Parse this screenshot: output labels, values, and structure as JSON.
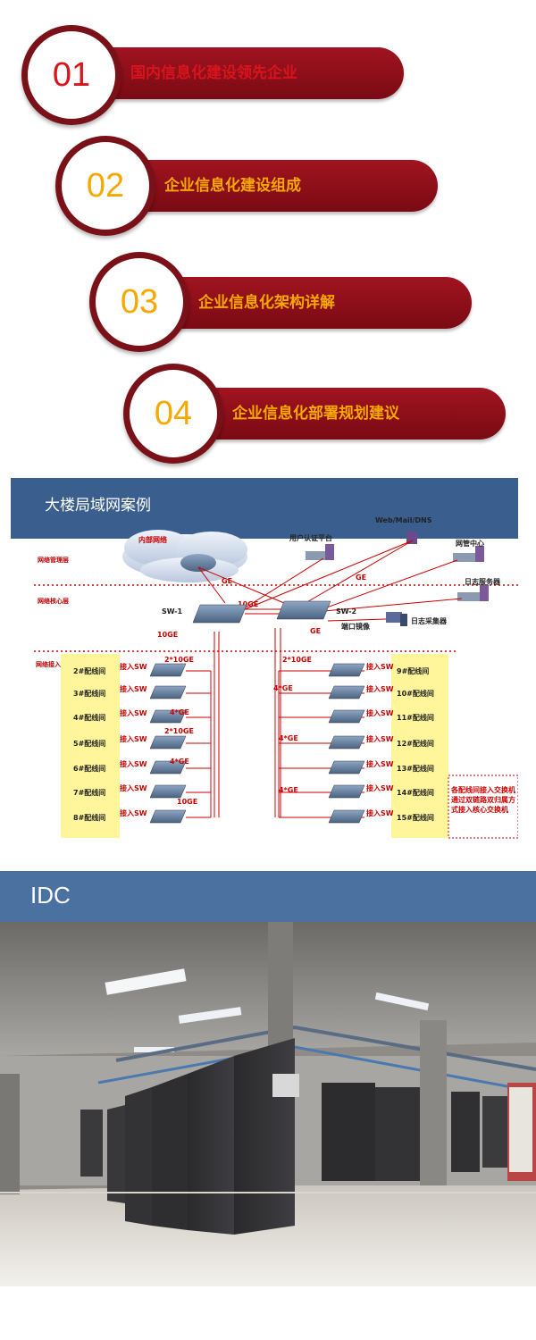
{
  "toc": {
    "items": [
      {
        "num": "01",
        "label": "国内信息化建设领先企业"
      },
      {
        "num": "02",
        "label": "企业信息化建设组成"
      },
      {
        "num": "03",
        "label": "企业信息化架构详解"
      },
      {
        "num": "04",
        "label": "企业信息化部署规划建议"
      }
    ],
    "colors": {
      "first": "#d8141c",
      "rest": "#f5a800",
      "ring": "#7a1018"
    }
  },
  "diagram": {
    "title": "大楼局域网案例",
    "layers": {
      "mgmt": "网络管理层",
      "core": "网络核心层",
      "access": "网络接入层"
    },
    "cloud": "内部网络",
    "servers": {
      "web": "Web/Mail/DNS",
      "auth": "用户认证平台",
      "nms": "网管中心",
      "log": "日志服务器",
      "collector": "日志采集器"
    },
    "core": {
      "sw1": "SW-1",
      "sw2": "SW-2",
      "link": "10GE",
      "down": "10GE",
      "ge": "GE",
      "ge2": "GE",
      "ge3": "GE",
      "mirror": "端口镜像"
    },
    "access_sw": "接入SW",
    "left_rooms": [
      "2#配线间",
      "3#配线间",
      "4#配线间",
      "5#配线间",
      "6#配线间",
      "7#配线间",
      "8#配线间"
    ],
    "right_rooms": [
      "9#配线间",
      "10#配线间",
      "11#配线间",
      "12#配线间",
      "13#配线间",
      "14#配线间",
      "15#配线间"
    ],
    "left_links": [
      "2*10GE",
      "4*GE",
      "2*10GE",
      "4*GE",
      "10GE"
    ],
    "right_links": [
      "2*10GE",
      "4*GE",
      "4*GE",
      "4*GE"
    ],
    "note": "各配线间接入交换机通过双链路双归属方式接入核心交换机"
  },
  "idc": {
    "title": "IDC"
  }
}
